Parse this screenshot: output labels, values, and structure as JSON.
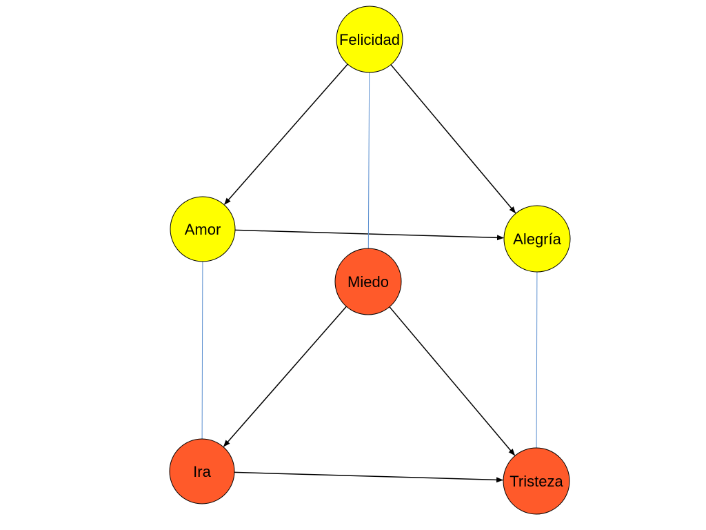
{
  "colors": {
    "yellow_node": "#ffff00",
    "orange_node": "#ff5a2a",
    "arrow": "#000000",
    "link": "#5b8fd0"
  },
  "nodes": [
    {
      "id": "felicidad",
      "label": "Felicidad",
      "group": "yellow"
    },
    {
      "id": "amor",
      "label": "Amor",
      "group": "yellow"
    },
    {
      "id": "alegria",
      "label": "Alegría",
      "group": "yellow"
    },
    {
      "id": "miedo",
      "label": "Miedo",
      "group": "orange"
    },
    {
      "id": "ira",
      "label": "Ira",
      "group": "orange"
    },
    {
      "id": "tristeza",
      "label": "Tristeza",
      "group": "orange"
    }
  ],
  "edges": [
    {
      "from": "felicidad",
      "to": "amor",
      "kind": "arrow"
    },
    {
      "from": "felicidad",
      "to": "alegria",
      "kind": "arrow"
    },
    {
      "from": "amor",
      "to": "alegria",
      "kind": "arrow"
    },
    {
      "from": "miedo",
      "to": "ira",
      "kind": "arrow"
    },
    {
      "from": "miedo",
      "to": "tristeza",
      "kind": "arrow"
    },
    {
      "from": "ira",
      "to": "tristeza",
      "kind": "arrow"
    },
    {
      "from": "felicidad",
      "to": "miedo",
      "kind": "link"
    },
    {
      "from": "amor",
      "to": "ira",
      "kind": "link"
    },
    {
      "from": "alegria",
      "to": "tristeza",
      "kind": "link"
    }
  ]
}
